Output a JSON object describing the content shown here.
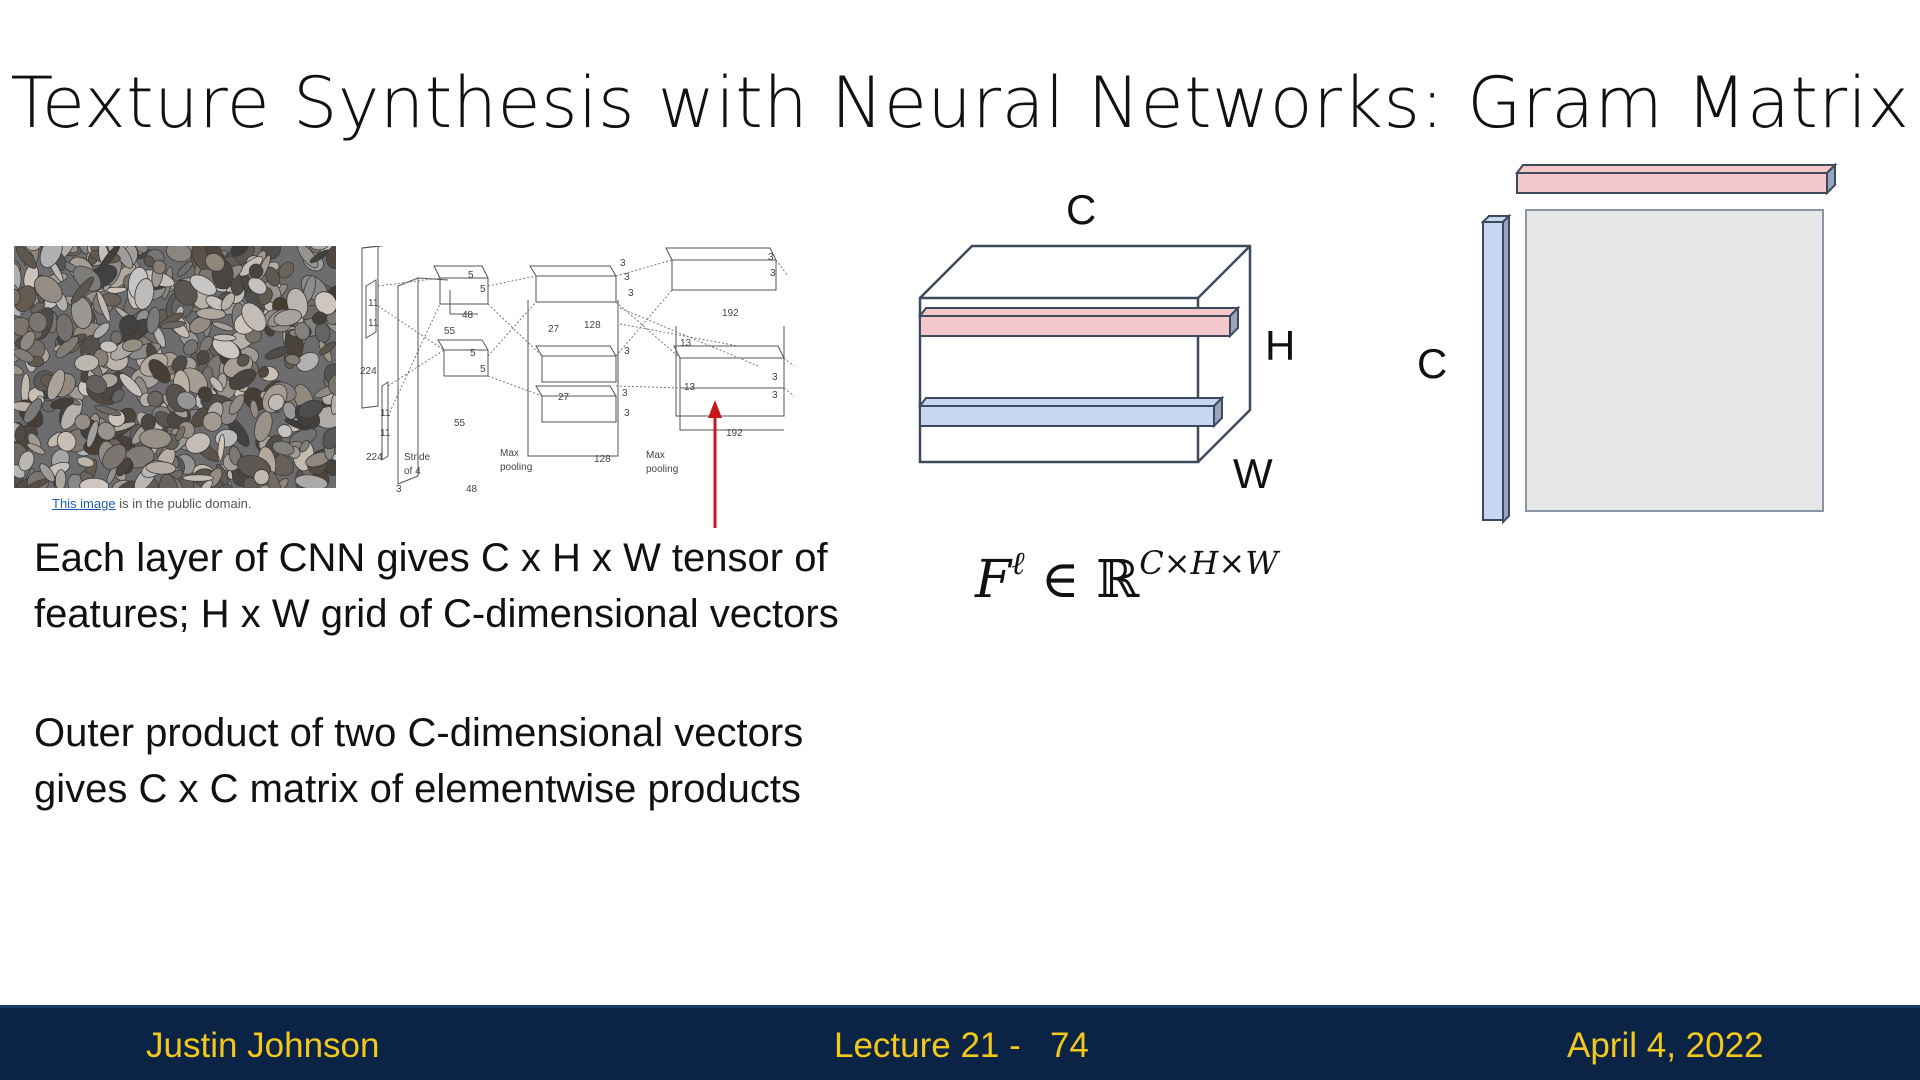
{
  "slide": {
    "title": "Texture Synthesis with Neural Networks: Gram Matrix",
    "image_caption_link": "This image",
    "image_caption_rest": " is in the public domain.",
    "paragraph1_line1": "Each layer of CNN gives C x H x W tensor of",
    "paragraph1_line2": "features; H x W grid of C-dimensional vectors",
    "paragraph2_line1": "Outer product of two C-dimensional vectors",
    "paragraph2_line2": "gives C x C matrix of elementwise products"
  },
  "network": {
    "labels": [
      "5",
      "5",
      "48",
      "5",
      "5",
      "11",
      "11",
      "224",
      "55",
      "55",
      "11",
      "11",
      "224",
      "3",
      "48",
      "27",
      "128",
      "3",
      "3",
      "3",
      "3",
      "27",
      "3",
      "3",
      "128",
      "192",
      "13",
      "3",
      "3",
      "13",
      "192",
      "3",
      "3",
      "Max",
      "pooling",
      "Max",
      "pooling",
      "Stride",
      "of 4"
    ]
  },
  "tensor": {
    "label_c": "C",
    "label_h": "H",
    "label_w": "W",
    "formula_base": "F",
    "formula_sup_l": "ℓ",
    "formula_rel": "∈ ℝ",
    "formula_dims": "C×H×W",
    "colors": {
      "pink": "#f4c7cb",
      "blue": "#c7d7f2",
      "outline": "#3d4a5c"
    }
  },
  "gram": {
    "label_c": "C",
    "colors": {
      "matrix": "#e6e6e6",
      "pink": "#f4c7cb",
      "blue": "#c7d7f2"
    }
  },
  "footer": {
    "author": "Justin Johnson",
    "lecture": "Lecture 21 -   74",
    "date": "April 4, 2022",
    "colors": {
      "background": "#0b2345",
      "text": "#f2c81a"
    }
  }
}
